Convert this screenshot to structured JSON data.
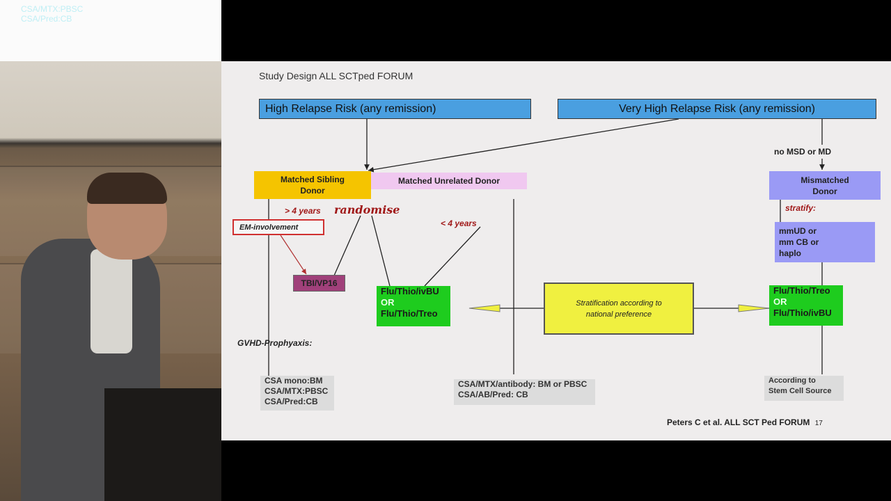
{
  "left_slide_fragment": [
    "CSA/MTX:PBSC",
    "CSA/Pred:CB"
  ],
  "slide": {
    "title": "Study Design ALL SCTped  FORUM",
    "high_risk": "High Relapse Risk (any remission)",
    "very_high_risk": "Very High Relapse Risk  (any remission)",
    "no_msd": "no MSD or MD",
    "msd": "Matched Sibling Donor",
    "mud": "Matched Unrelated Donor",
    "mismatched": "Mismatched Donor",
    "stratify": "stratify:",
    "mm_options": [
      "mmUD  or",
      "mm  CB or",
      "haplo"
    ],
    "em": "EM-involvement",
    "gt4": "> 4 years",
    "randomise": "randomise",
    "lt4": "< 4 years",
    "tbi": "TBI/VP16",
    "green_left": [
      "Flu/Thio/ivBU",
      "OR",
      "Flu/Thio/Treo"
    ],
    "green_right": [
      "Flu/Thio/Treo",
      "OR",
      "Flu/Thio/ivBU"
    ],
    "stratification": "Stratification according to national preference",
    "gvhd": "GVHD-Prophyaxis:",
    "gvhd_msd": [
      "CSA mono:BM",
      "CSA/MTX:PBSC",
      "CSA/Pred:CB"
    ],
    "gvhd_mud": [
      "CSA/MTX/antibody: BM or PBSC",
      "CSA/AB/Pred: CB"
    ],
    "gvhd_mm": [
      "According to",
      "Stem Cell Source"
    ],
    "footer": "Peters C et al. ALL SCT Ped FORUM",
    "page": "17"
  },
  "colors": {
    "blue": "#4a9fe0",
    "yellow": "#f5c400",
    "pink": "#f0c8f0",
    "purple": "#9a9af5",
    "green": "#1ecc1e",
    "strat": "#f0f040",
    "tbi": "#a0407a"
  }
}
